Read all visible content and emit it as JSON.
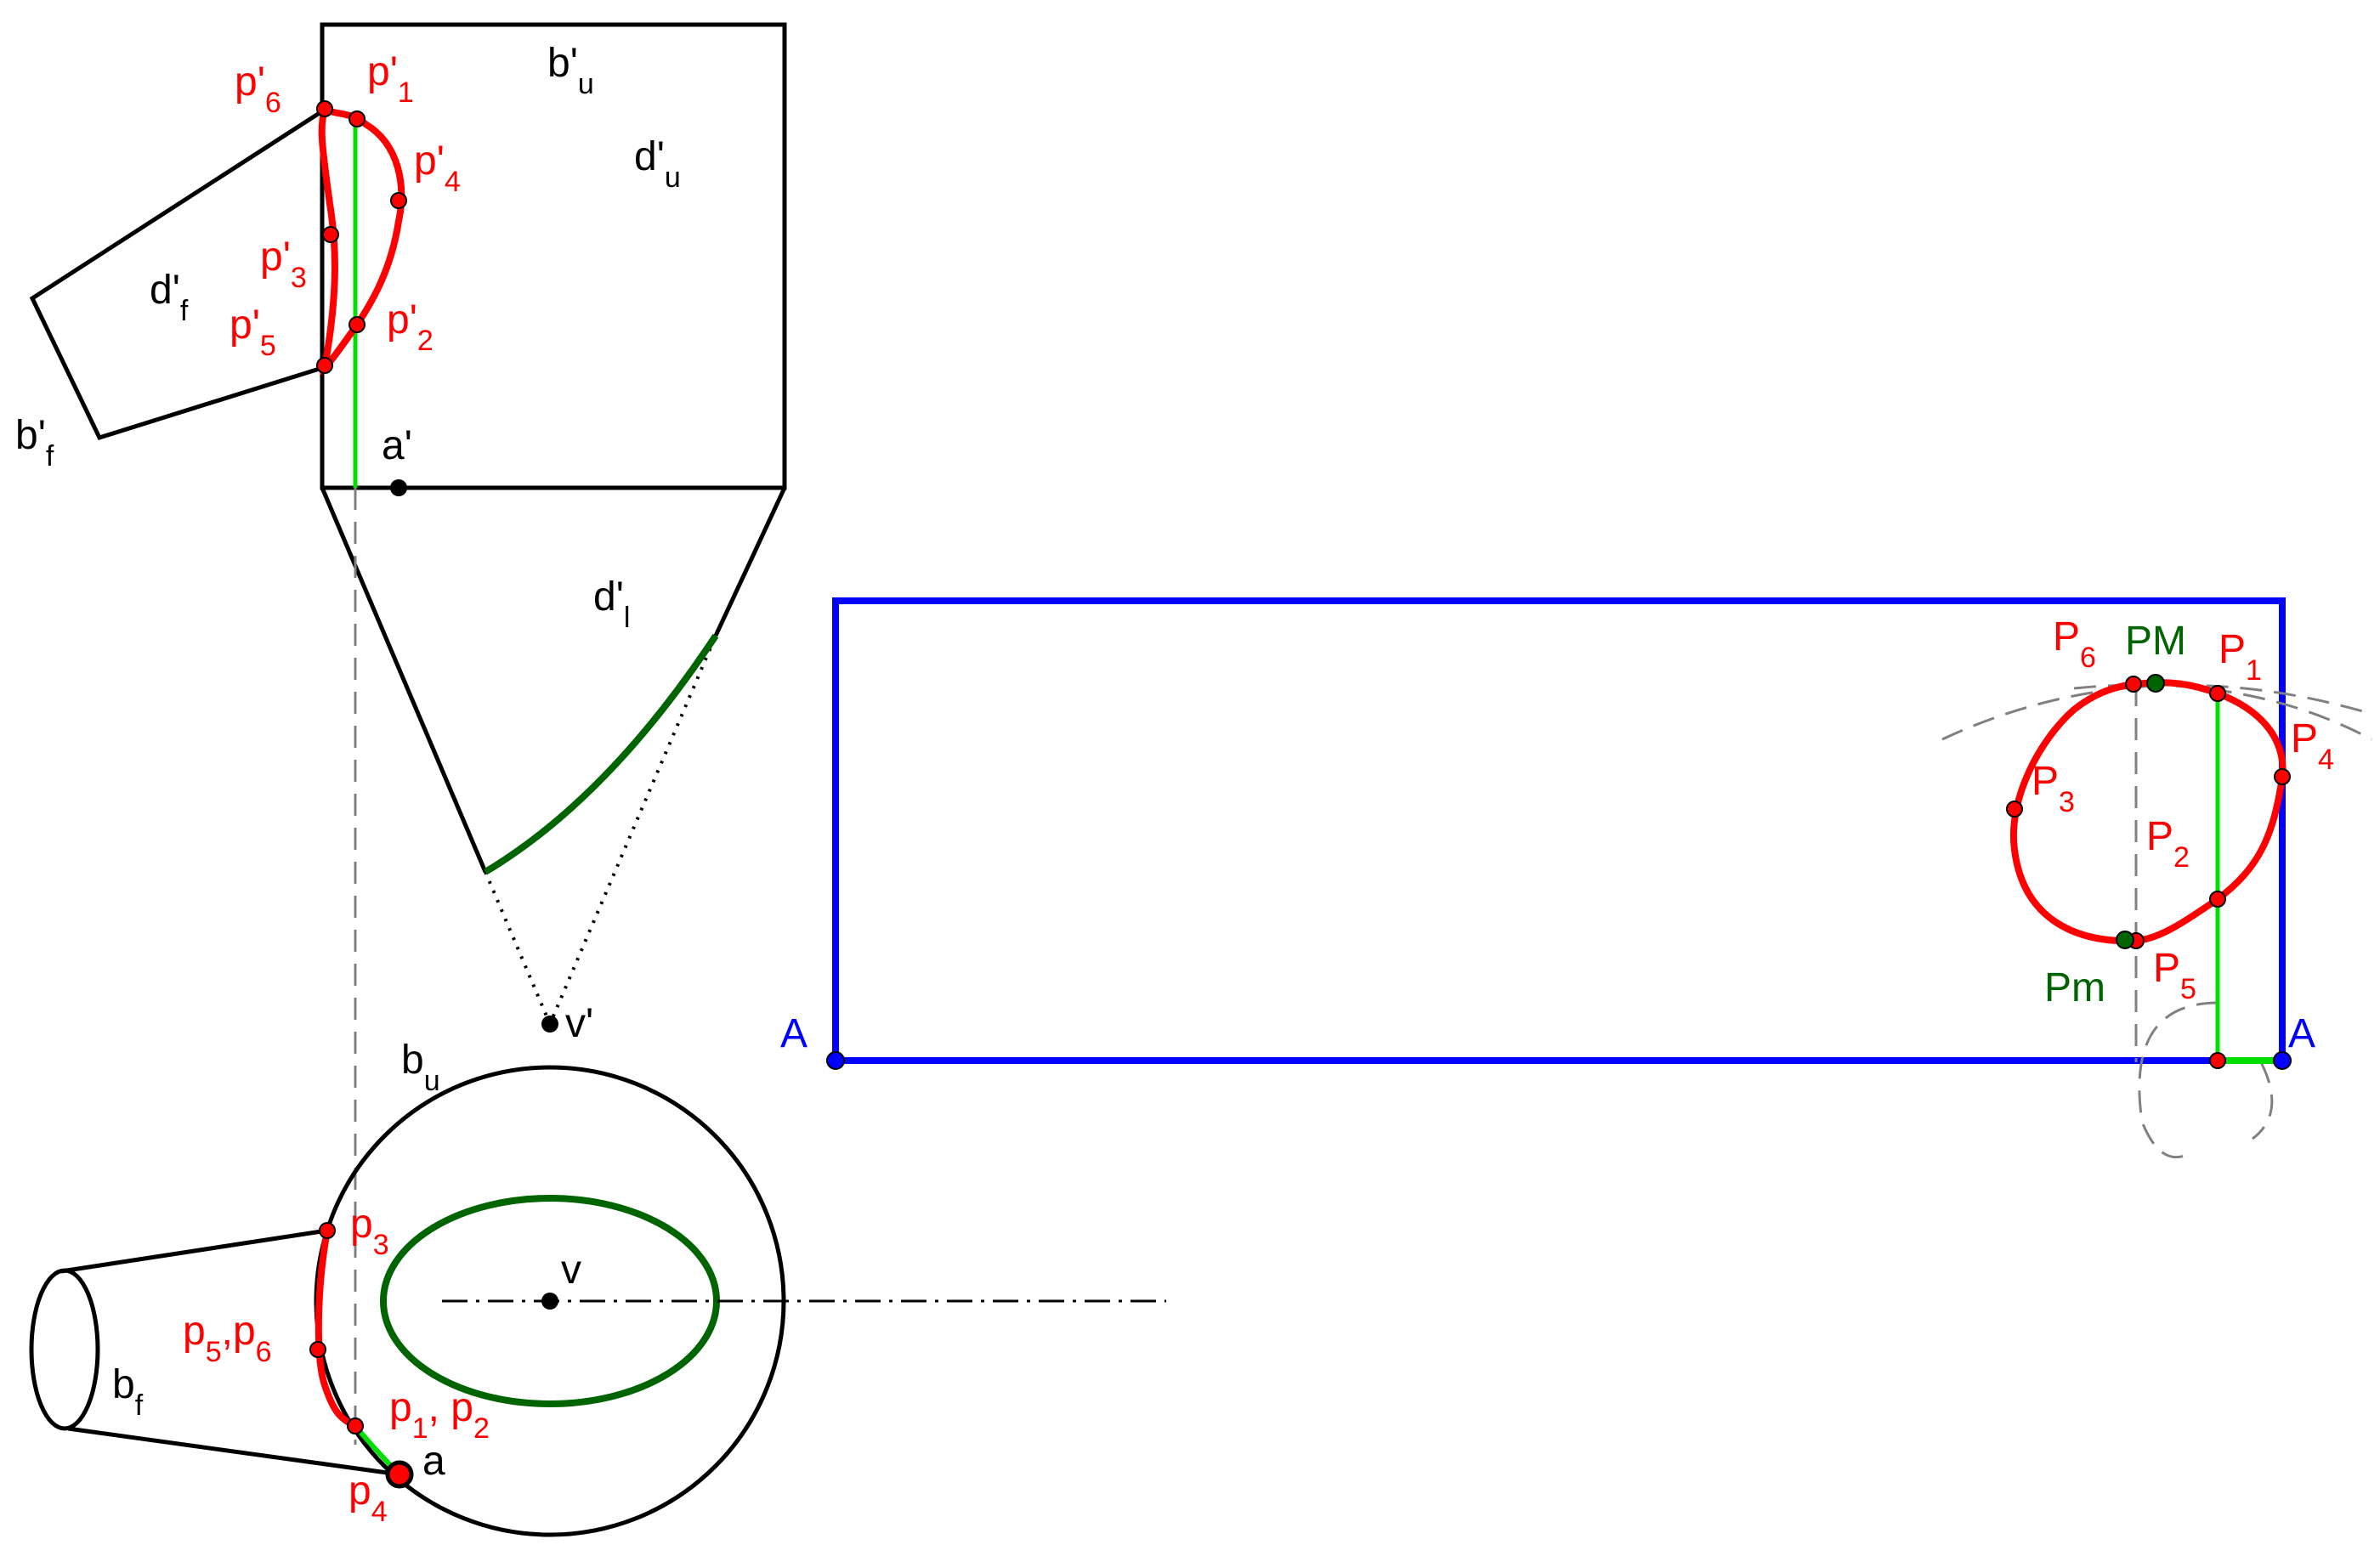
{
  "colors": {
    "outline": "#000000",
    "intersection": "#ff0000",
    "generator": "#00e000",
    "base_edge": "#006400",
    "development": "#0000ff",
    "construction": "#808080"
  },
  "front_view": {
    "upper_base": {
      "main": "b'",
      "sub": "u"
    },
    "upper_face": {
      "main": "d'",
      "sub": "u"
    },
    "front_base": {
      "main": "b'",
      "sub": "f"
    },
    "front_face": {
      "main": "d'",
      "sub": "f"
    },
    "lower_face": {
      "main": "d'",
      "sub": "l"
    },
    "point_a": "a'",
    "vertex": "v'",
    "points": {
      "p1": {
        "main": "p'",
        "sub": "1"
      },
      "p2": {
        "main": "p'",
        "sub": "2"
      },
      "p3": {
        "main": "p'",
        "sub": "3"
      },
      "p4": {
        "main": "p'",
        "sub": "4"
      },
      "p5": {
        "main": "p'",
        "sub": "5"
      },
      "p6": {
        "main": "p'",
        "sub": "6"
      }
    }
  },
  "top_view": {
    "upper_base": {
      "main": "b",
      "sub": "u"
    },
    "front_base": {
      "main": "b",
      "sub": "f"
    },
    "vertex": "v",
    "point_a": "a",
    "points": {
      "p3": {
        "main": "p",
        "sub": "3"
      },
      "p56": {
        "a": "p",
        "a_sub": "5",
        "sep": ",",
        "b": "p",
        "b_sub": "6"
      },
      "p12": {
        "a": "p",
        "a_sub": "1",
        "sep": ", ",
        "b": "p",
        "b_sub": "2"
      },
      "p4": {
        "main": "p",
        "sub": "4"
      }
    }
  },
  "development": {
    "corner_left": "A",
    "corner_right": "A",
    "points": {
      "P1": {
        "main": "P",
        "sub": "1"
      },
      "P2": {
        "main": "P",
        "sub": "2"
      },
      "P3": {
        "main": "P",
        "sub": "3"
      },
      "P4": {
        "main": "P",
        "sub": "4"
      },
      "P5": {
        "main": "P",
        "sub": "5"
      },
      "P6": {
        "main": "P",
        "sub": "6"
      }
    },
    "max_label": "PM",
    "min_label": "Pm"
  }
}
